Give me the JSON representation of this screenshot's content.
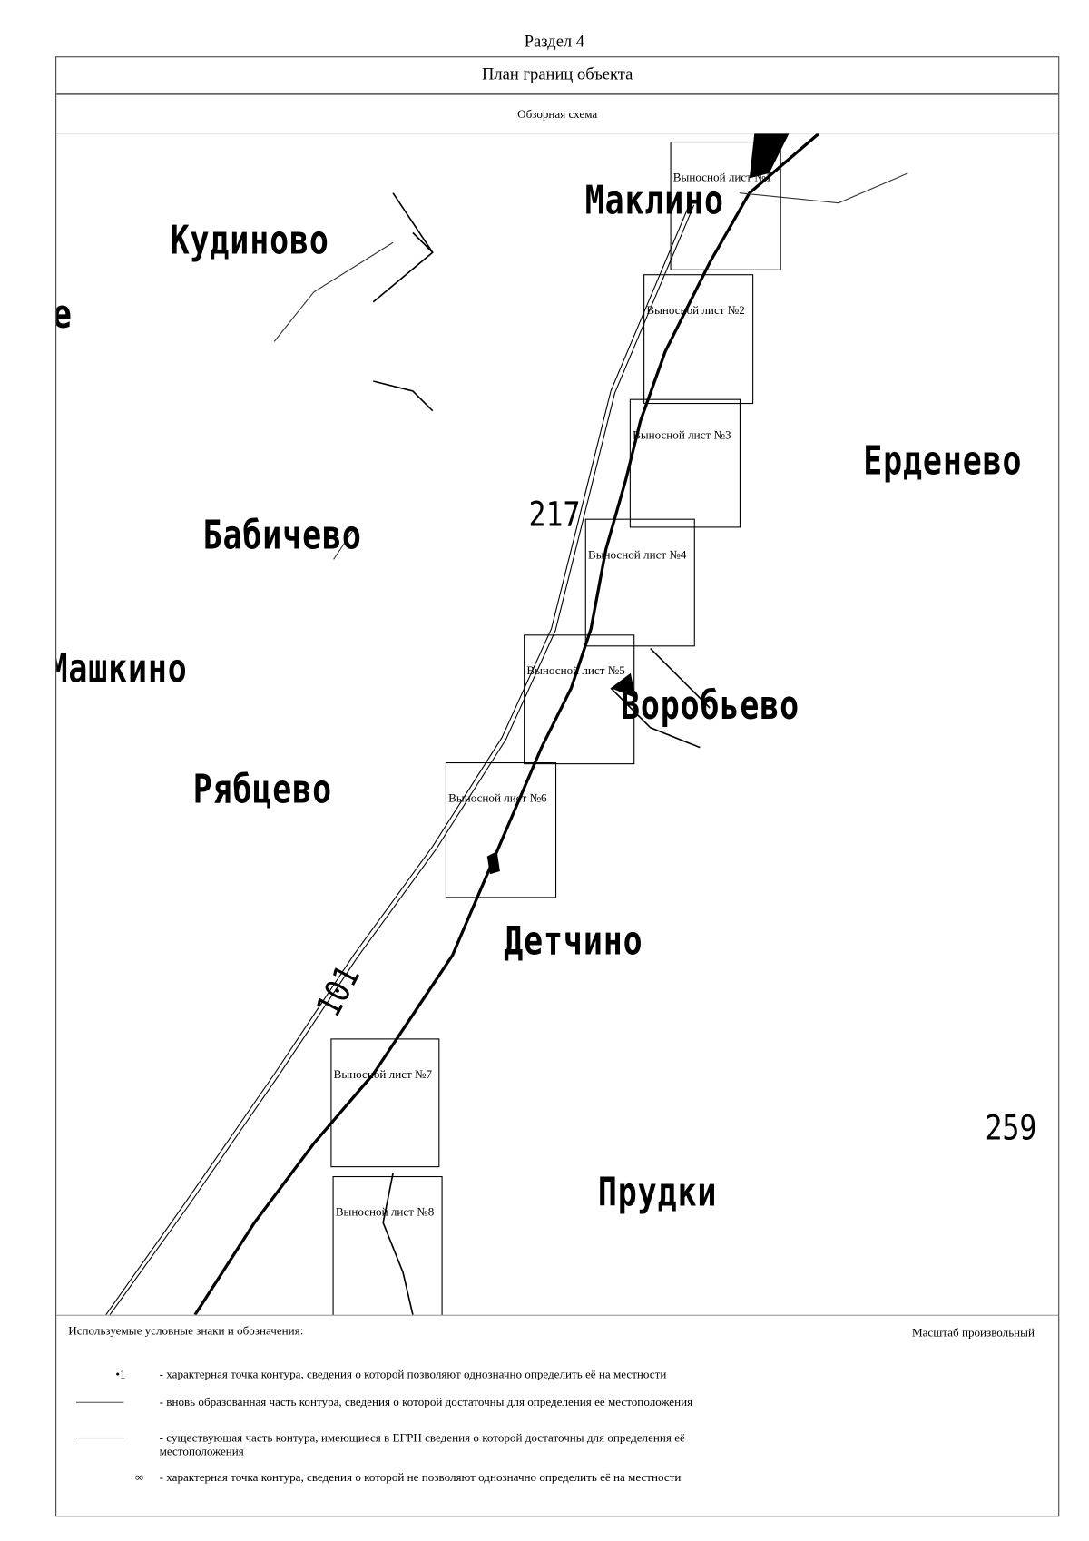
{
  "header": {
    "section": "Раздел 4",
    "title": "План границ объекта",
    "subtitle": "Обзорная схема"
  },
  "map": {
    "places": [
      "Кудиново",
      "Маклино",
      "Ерденево",
      "Бабичево",
      "Машкино",
      "Воробьево",
      "Рябцево",
      "Детчино",
      "Прудки",
      "е"
    ],
    "roads": [
      "217",
      "259",
      "101"
    ],
    "sheets": [
      "Выносной лист №1",
      "Выносной лист №2",
      "Выносной лист №3",
      "Выносной лист №4",
      "Выносной лист №5",
      "Выносной лист №6",
      "Выносной лист №7",
      "Выносной лист №8"
    ]
  },
  "legend": {
    "title": "Используемые условные знаки и обозначения:",
    "scale": "Масштаб произвольный",
    "items": [
      {
        "symbol": "•1",
        "text": "- характерная точка контура, сведения о которой позволяют однозначно определить её на местности"
      },
      {
        "symbol": "line",
        "text": "- вновь образованная часть контура, сведения о которой достаточны для определения её местоположения"
      },
      {
        "symbol": "line",
        "text": "- существующая часть контура, имеющиеся в ЕГРН сведения о которой достаточны для определения её местоположения"
      },
      {
        "symbol": "∞",
        "text": "- характерная точка контура, сведения о которой не позволяют однозначно определить её на местности"
      }
    ]
  }
}
